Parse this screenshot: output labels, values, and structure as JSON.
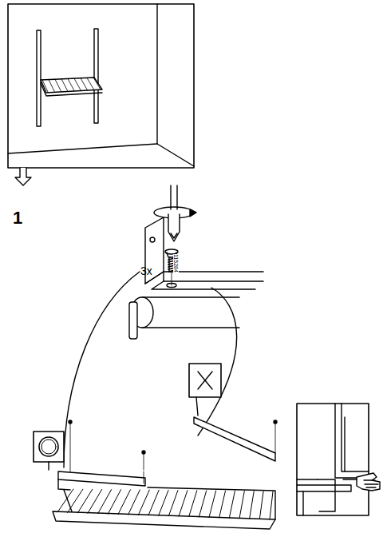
{
  "diagram": {
    "labels": [
      "1",
      "3x",
      "115284"
    ]
  }
}
